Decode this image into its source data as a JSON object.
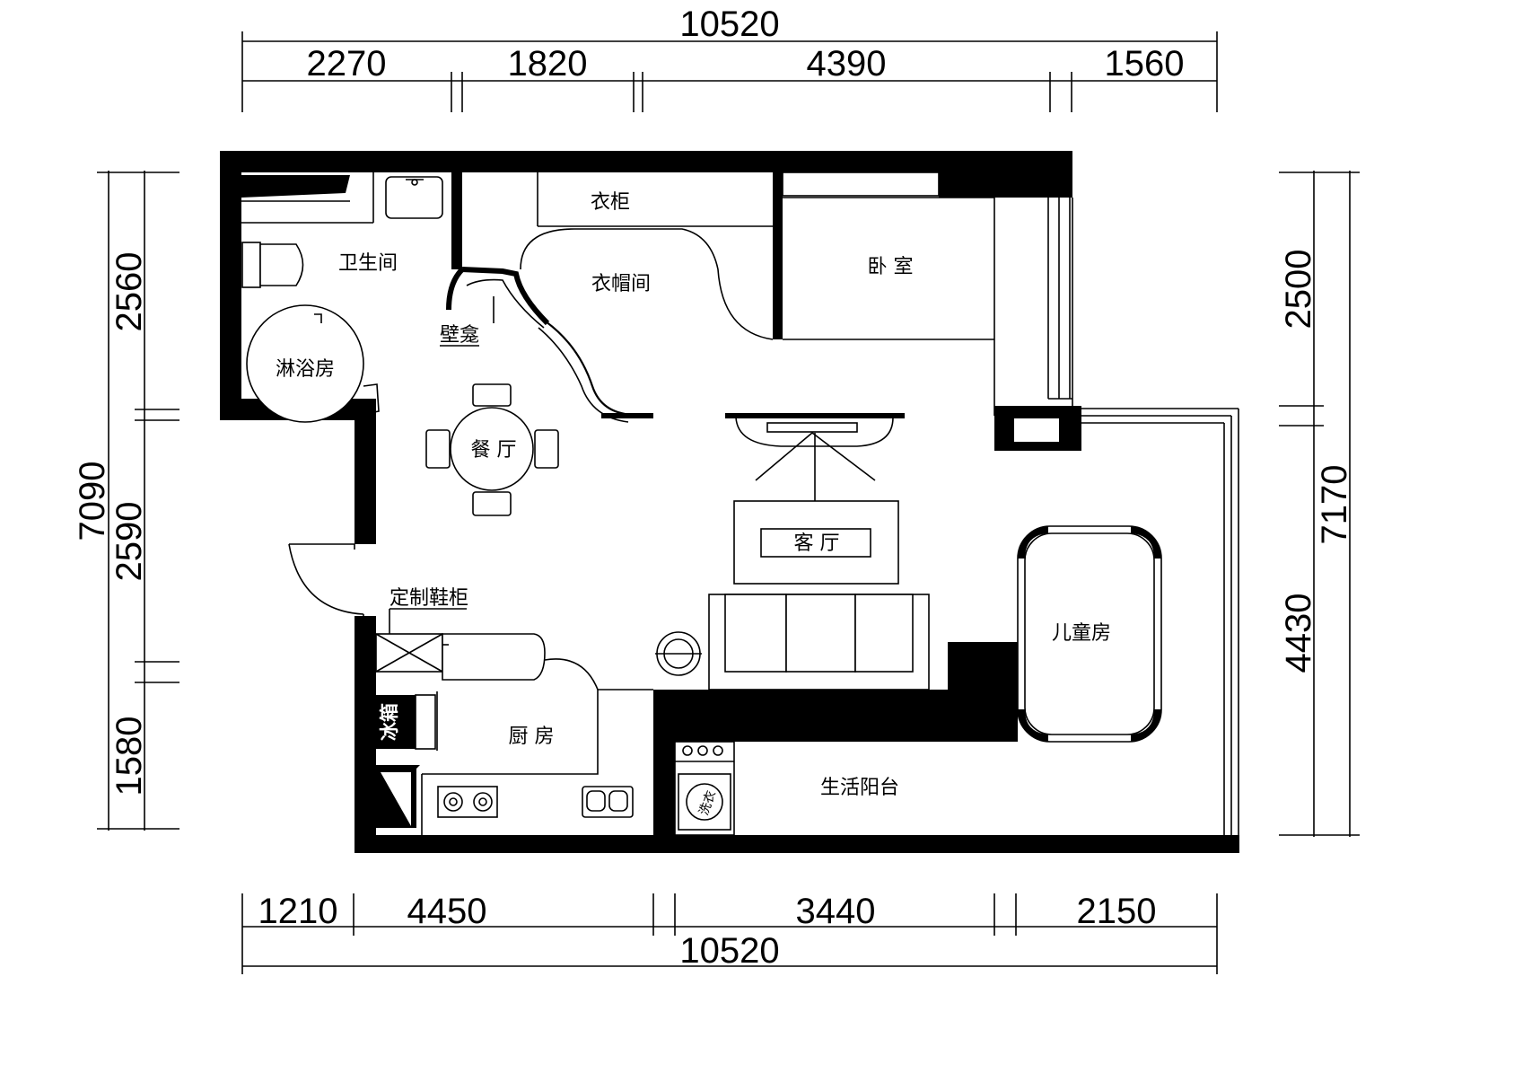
{
  "dimensions": {
    "top_total": "10520",
    "top_segments": [
      "2270",
      "1820",
      "4390",
      "1560"
    ],
    "bottom_total": "10520",
    "bottom_segments": [
      "1210",
      "4450",
      "3440",
      "2150"
    ],
    "left_total": "7090",
    "left_segments": [
      "2560",
      "2590",
      "1580"
    ],
    "right_total": "7170",
    "right_segments": [
      "2500",
      "4430"
    ]
  },
  "rooms": {
    "wardrobe": "衣柜",
    "cloakroom": "衣帽间",
    "bedroom": "卧 室",
    "bathroom": "卫生间",
    "shower": "淋浴房",
    "niche": "壁龛",
    "dining": "餐 厅",
    "living": "客 厅",
    "shoe_cabinet": "定制鞋柜",
    "kids_room": "儿童房",
    "fridge": "冰箱",
    "kitchen": "厨 房",
    "service_balcony": "生活阳台",
    "washer": "洗衣"
  }
}
